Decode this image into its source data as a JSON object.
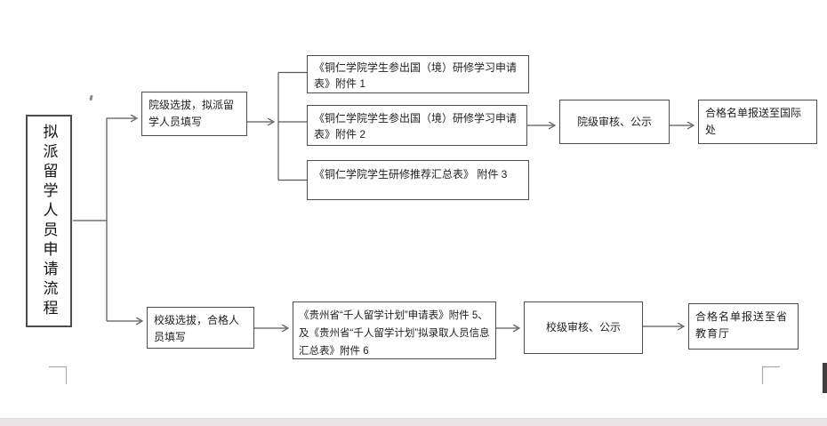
{
  "flowchart": {
    "title": "拟派留学人员申请流程",
    "college_flow": {
      "selection": "院级选拔，拟派留学人员填写",
      "attachment1": "《铜仁学院学生参出国（境）研修学习申请表》附件 1",
      "attachment2": "《铜仁学院学生参出国（境）研修学习申请表》附件 2",
      "attachment3": "《铜仁学院学生研修推荐汇总表》 附件 3",
      "review": "院级审核、公示",
      "result": "合格名单报送至国际处"
    },
    "university_flow": {
      "selection": "校级选拔，合格人员填写",
      "attachments": "《贵州省“千人留学计划”申请表》附件 5、及《贵州省“千人留学计划”拟录取人员信息汇总表》附件 6",
      "review": "校级审核、公示",
      "result": "合格名单报送至省教育厅"
    }
  },
  "colors": {
    "box_border": "#4d4d4d",
    "connector_line": "#595959",
    "text": "#1f1f1f",
    "corner_mark": "#ababab",
    "scrollbar_thumb": "#453c3c",
    "bottom_strip": "#e8e6e4"
  }
}
